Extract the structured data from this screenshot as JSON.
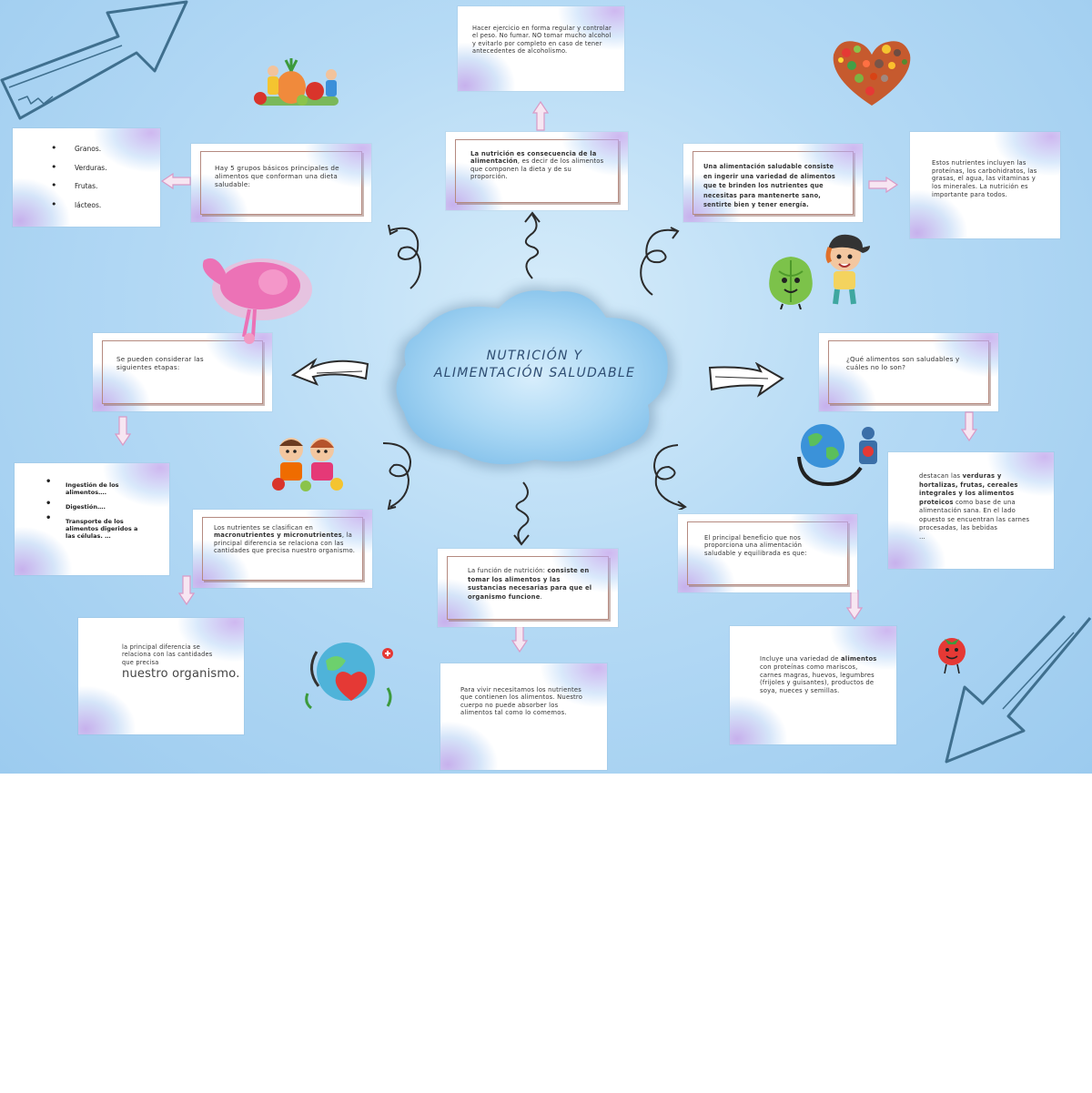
{
  "title": {
    "line1": "NUTRICIÓN Y",
    "line2": "ALIMENTACIÓN SALUDABLE"
  },
  "cards": {
    "exercise": "Hacer ejercicio en forma regular y controlar el peso. No fumar. NO tomar mucho alcohol y evitarlo por completo en caso de tener antecedentes de alcoholismo.",
    "groups_list": [
      "Granos.",
      "Verduras.",
      "Frutas.",
      "lácteos."
    ],
    "groups_intro": "Hay 5 grupos básicos principales de alimentos que conforman una dieta saludable:",
    "nutrition_def": {
      "bold": "La nutrición es consecuencia de la alimentación",
      "rest": ", es decir de los alimentos que componen la dieta y de su proporción."
    },
    "healthy_def": "Una alimentación saludable consiste en ingerir una variedad de alimentos que te brinden los nutrientes que necesitas para mantenerte sano, sentirte bien y tener energía.",
    "nutrients_include": "Estos nutrientes incluyen las proteínas, los carbohidratos, las grasas, el agua, las vitaminas y los minerales. La nutrición es importante para todos.",
    "stages_intro": "Se pueden considerar las siguientes etapas:",
    "stages_list": [
      "Ingestión de los alimentos….",
      "Digestión….",
      "Transporte de los alimentos digeridos a las células. …"
    ],
    "question": "¿Qué alimentos son saludables y cuáles no lo son?",
    "vegetables": {
      "p1": "destacan las ",
      "b1": "verduras y hortalizas, frutas, cereales integrales y los alimentos proteicos",
      "p2": " como base de una alimentación sana. En el lado opuesto se encuentran las carnes procesadas, las bebidas",
      "tail": "…"
    },
    "classify": {
      "p1": "Los nutrientes se clasifican en ",
      "b1": "macronutrientes y micronutrientes",
      "p2": ", la principal diferencia se relaciona con las cantidades que precisa nuestro organismo."
    },
    "function": {
      "p1": "La función de nutrición: ",
      "b1": "consiste en tomar los alimentos y las sustancias necesarias para que el organismo funcione",
      "p2": "."
    },
    "benefit": "El principal beneficio que nos proporciona una alimentación saludable y equilibrada es que:",
    "difference": {
      "small": "la principal diferencia se relaciona con las cantidades que precisa",
      "big": "nuestro organismo."
    },
    "absorb": "Para vivir necesitamos los nutrientes que contienen los alimentos. Nuestro cuerpo no puede absorber los alimentos tal como lo comemos.",
    "variety": {
      "p1": "Incluye una variedad de ",
      "b1": "alimentos",
      "p2": " con proteínas como mariscos, carnes magras, huevos, legumbres (frijoles y guisantes), productos de soya, nueces y semillas."
    }
  },
  "colors": {
    "background": "#a9d3f3",
    "title_text": "#2e4d72",
    "frame_border": "#b58a80",
    "card_accent": "#b8a0e8",
    "arrow_pink": "#e7a9d6",
    "arrow_dark": "#2b2b2b",
    "big_arrow": "#3f6f8e"
  },
  "icons": [
    "children-vegetables-icon",
    "vegetable-heart-icon",
    "piggy-bank-icon",
    "lettuce-character-icon",
    "boy-cap-icon",
    "kids-food-icon",
    "globe-stethoscope-icon",
    "earth-heart-icon",
    "tomato-character-icon"
  ]
}
